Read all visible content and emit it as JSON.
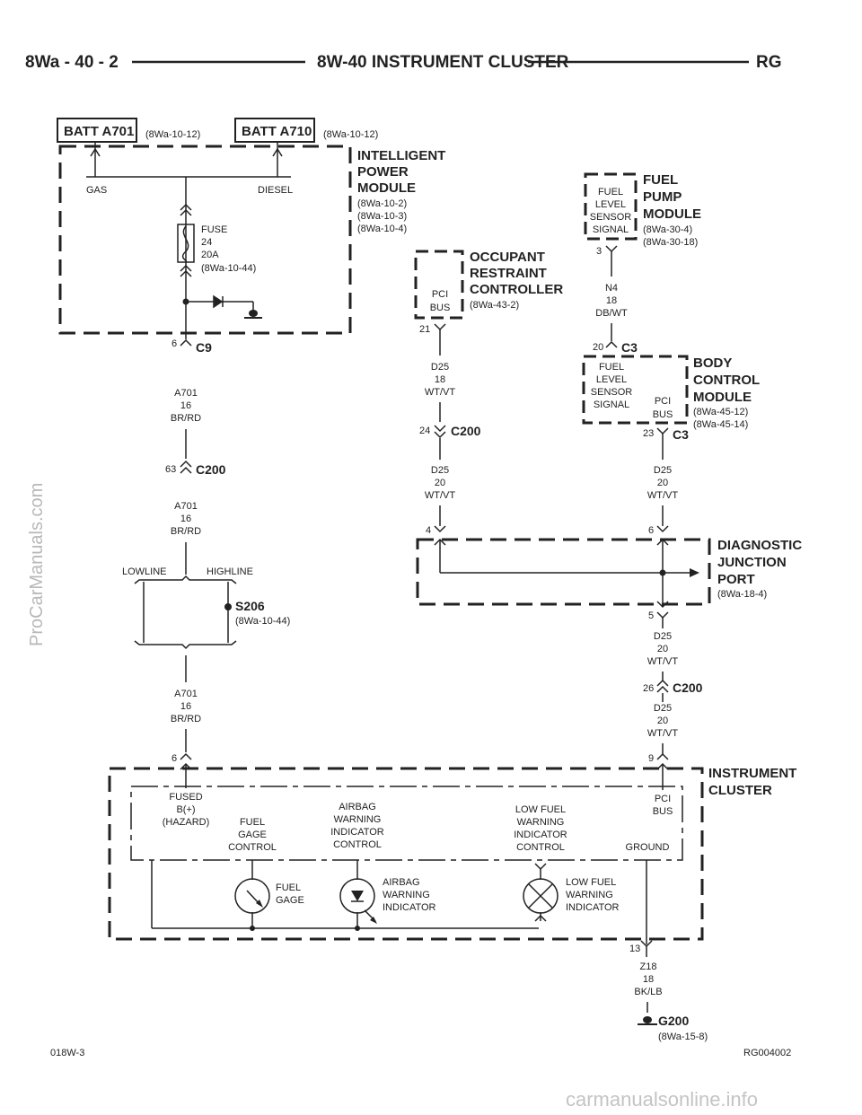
{
  "header": {
    "left": "8Wa - 40 - 2",
    "title": "8W-40 INSTRUMENT CLUSTER",
    "right": "RG"
  },
  "batt": [
    {
      "label": "BATT A701",
      "ref": "(8Wa-10-12)"
    },
    {
      "label": "BATT A710",
      "ref": "(8Wa-10-12)"
    }
  ],
  "ipm": {
    "title": [
      "INTELLIGENT",
      "POWER",
      "MODULE"
    ],
    "refs": [
      "(8Wa-10-2)",
      "(8Wa-10-3)",
      "(8Wa-10-4)"
    ],
    "gas": "GAS",
    "diesel": "DIESEL",
    "fuse": [
      "FUSE",
      "24",
      "20A",
      "(8Wa-10-44)"
    ]
  },
  "fuel_pump": {
    "title": [
      "FUEL",
      "PUMP",
      "MODULE"
    ],
    "refs": [
      "(8Wa-30-4)",
      "(8Wa-30-18)"
    ],
    "pin_label": [
      "FUEL",
      "LEVEL",
      "SENSOR",
      "SIGNAL"
    ],
    "pin": "3"
  },
  "orc": {
    "title": [
      "OCCUPANT",
      "RESTRAINT",
      "CONTROLLER"
    ],
    "ref": "(8Wa-43-2)",
    "pin_label": [
      "PCI",
      "BUS"
    ],
    "pin": "21"
  },
  "bcm": {
    "title": [
      "BODY",
      "CONTROL",
      "MODULE"
    ],
    "refs": [
      "(8Wa-45-12)",
      "(8Wa-45-14)"
    ],
    "pin_label_a": [
      "FUEL",
      "LEVEL",
      "SENSOR",
      "SIGNAL"
    ],
    "pin_label_b": [
      "PCI",
      "BUS"
    ],
    "pin_a": "20",
    "pin_b": "23",
    "conn": "C3"
  },
  "dlc": {
    "title": [
      "DIAGNOSTIC",
      "JUNCTION",
      "PORT"
    ],
    "ref": "(8Wa-18-4)",
    "pin_a": "4",
    "pin_b": "6",
    "pin_c": "5"
  },
  "cluster": {
    "title": [
      "INSTRUMENT",
      "CLUSTER"
    ],
    "pin_a": "6",
    "pin_b": "9",
    "pin_c": "13",
    "fused": [
      "FUSED",
      "B(+)",
      "(HAZARD)"
    ],
    "fuel_gage_control": [
      "FUEL",
      "GAGE",
      "CONTROL"
    ],
    "airbag_control": [
      "AIRBAG",
      "WARNING",
      "INDICATOR",
      "CONTROL"
    ],
    "lowfuel_control": [
      "LOW FUEL",
      "WARNING",
      "INDICATOR",
      "CONTROL"
    ],
    "pci_bus": [
      "PCI",
      "BUS"
    ],
    "ground": "GROUND",
    "fuel_gage": [
      "FUEL",
      "GAGE"
    ],
    "airbag_ind": [
      "AIRBAG",
      "WARNING",
      "INDICATOR"
    ],
    "lowfuel_ind": [
      "LOW FUEL",
      "WARNING",
      "INDICATOR"
    ]
  },
  "wires": {
    "a701": [
      "A701",
      "16",
      "BR/RD"
    ],
    "d25_18": [
      "D25",
      "18",
      "WT/VT"
    ],
    "d25_20": [
      "D25",
      "20",
      "WT/VT"
    ],
    "n4": [
      "N4",
      "18",
      "DB/WT"
    ],
    "z18": [
      "Z18",
      "18",
      "BK/LB"
    ]
  },
  "connectors": {
    "c9": "C9",
    "c200": "C200",
    "c9_pin": "6",
    "c200_pin_63": "63",
    "c200_pin_24": "24",
    "c200_pin_26": "26"
  },
  "splice": {
    "lowline": "LOWLINE",
    "highline": "HIGHLINE",
    "name": "S206",
    "ref": "(8Wa-10-44)"
  },
  "ground": {
    "name": "G200",
    "ref": "(8Wa-15-8)"
  },
  "footer": {
    "left": "018W-3",
    "right": "RG004002"
  },
  "watermarks": {
    "side": "ProCarManuals.com",
    "bottom": "carmanualsonline.info"
  }
}
